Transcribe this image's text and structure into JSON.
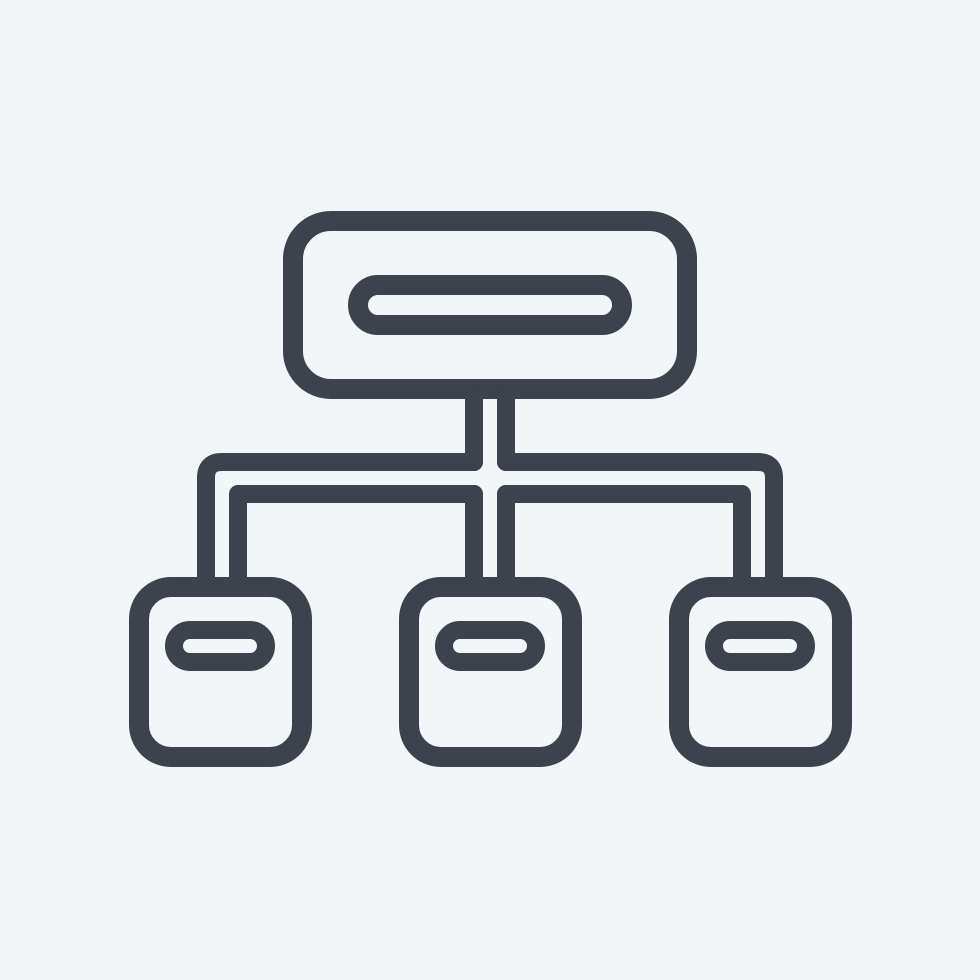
{
  "icon": {
    "name": "hierarchy-structure-icon",
    "stroke_color": "#3D434C",
    "background_color": "#F2F6F9",
    "nodes": [
      "root",
      "child-left",
      "child-center",
      "child-right"
    ]
  }
}
